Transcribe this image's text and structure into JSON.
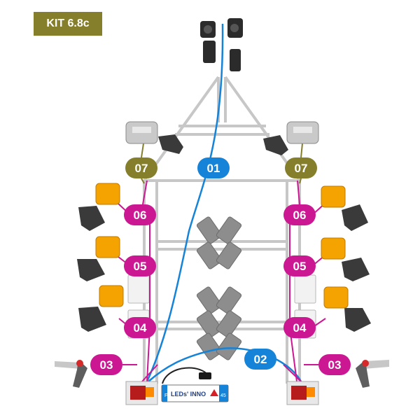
{
  "badge": {
    "kit_label": "KIT 6.8c",
    "color": "#857e2a"
  },
  "colors": {
    "magenta": "#cc1793",
    "blue": "#1583d8",
    "olive": "#857e2a",
    "frame": "#c7c7c7",
    "amber": "#f5a300"
  },
  "labels": {
    "l01": "01",
    "l02": "02",
    "l03_left": "03",
    "l03_right": "03",
    "l04_left": "04",
    "l04_right": "04",
    "l05_left": "05",
    "l05_right": "05",
    "l06_left": "06",
    "l06_right": "06",
    "l07_left": "07",
    "l07_right": "07"
  },
  "junction_box": {
    "brand": "LEDs' INNO",
    "left_mark": "F",
    "right_mark": "45"
  },
  "icons": [
    "plug-icon",
    "clearance-lamp-icon",
    "side-marker-icon",
    "bracket-icon",
    "rear-lamp-icon",
    "outline-marker-icon",
    "reflector-icon",
    "junction-box-icon"
  ]
}
